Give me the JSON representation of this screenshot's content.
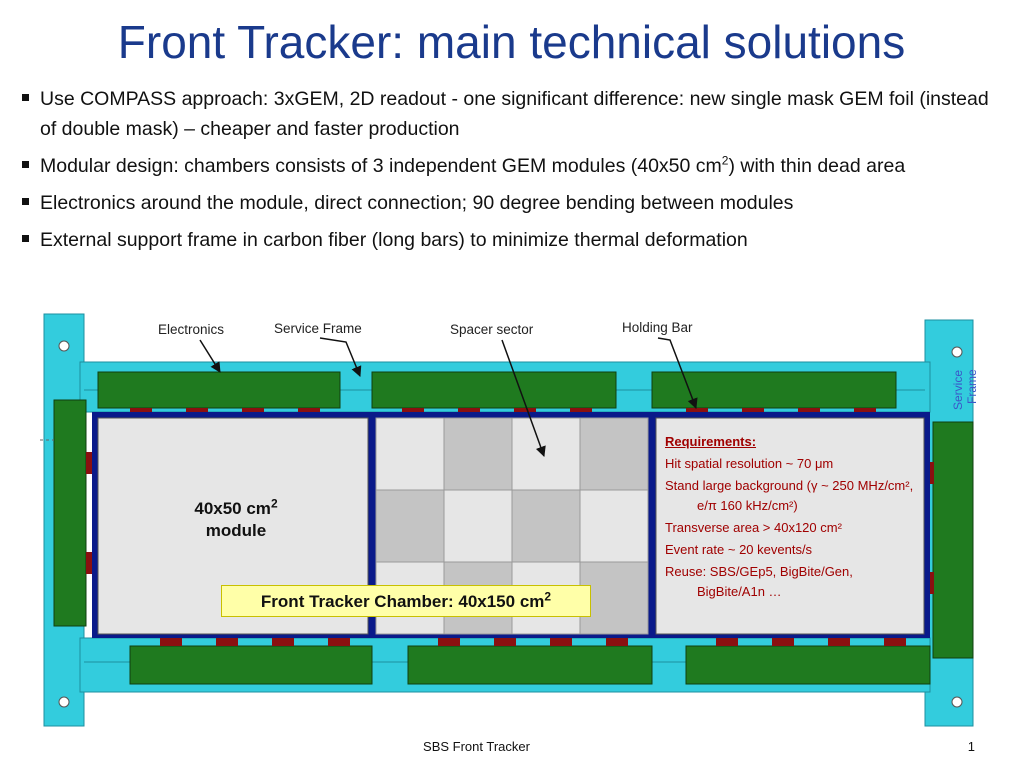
{
  "title": "Front Tracker: main technical solutions",
  "bullets": [
    {
      "text": "Use COMPASS approach: 3xGEM, 2D readout - one significant difference: new single mask GEM foil (instead of double mask) – cheaper and faster production"
    },
    {
      "text": "Modular design: chambers consists of 3 independent GEM modules (40x50 cm",
      "sup": "2",
      "after": ") with thin dead area"
    },
    {
      "text": "Electronics around the module, direct connection; 90 degree bending between modules"
    },
    {
      "text": "External support frame in carbon fiber (long bars) to minimize thermal deformation"
    }
  ],
  "diagram": {
    "labels": {
      "electronics": "Electronics",
      "service_frame": "Service Frame",
      "spacer_sector": "Spacer sector",
      "holding_bar": "Holding Bar",
      "service_frame_vertical_1": "Service",
      "service_frame_vertical_2": "Frame"
    },
    "module_label": {
      "line1": "40x50 cm",
      "sup": "2",
      "line2": "module"
    },
    "chamber_label": {
      "text": "Front Tracker Chamber: 40x150 cm",
      "sup": "2"
    },
    "requirements": {
      "title": "Requirements:",
      "items": [
        "Hit spatial resolution ~ 70 μm",
        "Stand large background (γ ~ 250 MHz/cm², e/π 160 kHz/cm²)",
        "Transverse area > 40x120 cm²",
        "Event rate ~ 20 kevents/s",
        "Reuse: SBS/GEp5, BigBite/Gen, BigBite/A1n …"
      ]
    },
    "colors": {
      "frame_cyan": "#33ccdd",
      "electronics_green": "#1f7a1f",
      "module_gray": "#e6e6e6",
      "border_navy": "#0a1a8a",
      "connector_red": "#8a1010",
      "requirements_text": "#a00000"
    }
  },
  "footer": {
    "text": "SBS Front Tracker",
    "page": "1"
  }
}
